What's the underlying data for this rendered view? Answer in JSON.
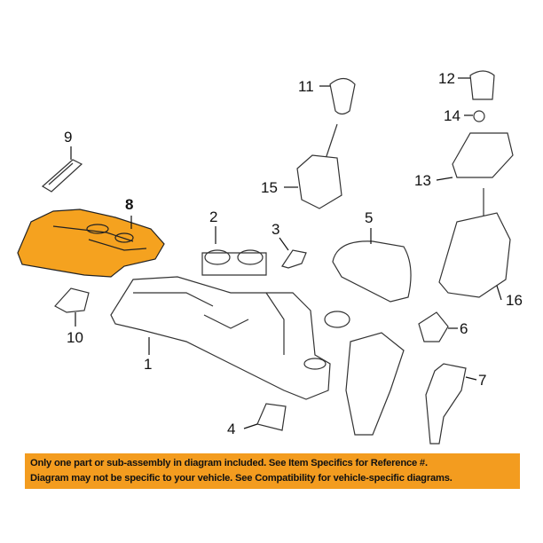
{
  "callouts": {
    "c1": "1",
    "c2": "2",
    "c3": "3",
    "c4": "4",
    "c5": "5",
    "c6": "6",
    "c7": "7",
    "c8": "8",
    "c9": "9",
    "c10": "10",
    "c11": "11",
    "c12": "12",
    "c13": "13",
    "c14": "14",
    "c15": "15",
    "c16": "16"
  },
  "highlight_part": "8",
  "colors": {
    "highlight": "#f5a21f",
    "banner": "#f39c1f",
    "line": "#333333"
  },
  "banner": {
    "line1": "Only one part or sub-assembly in diagram included. See Item Specifics for Reference #.",
    "line2": "Diagram may not be specific to your vehicle. See Compatibility for vehicle-specific diagrams."
  }
}
